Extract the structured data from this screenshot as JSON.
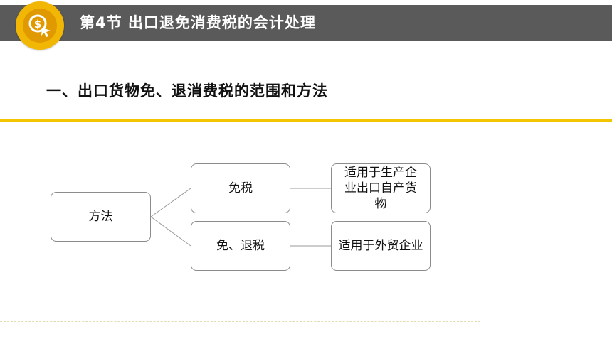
{
  "header": {
    "title": "第4节 出口退免消费税的会计处理"
  },
  "section": {
    "heading": "一、出口货物免、退消费税的范围和方法"
  },
  "diagram": {
    "root": "方法",
    "branches": [
      {
        "label": "免税",
        "desc": "适用于生产企业出口自产货物"
      },
      {
        "label": "免、退税",
        "desc": "适用于外贸企业"
      }
    ]
  },
  "colors": {
    "header_bg": "#5a5a5a",
    "accent": "#f2c500",
    "logo": "#f2b705"
  },
  "icons": {
    "logo": "coin-pointer-icon"
  }
}
